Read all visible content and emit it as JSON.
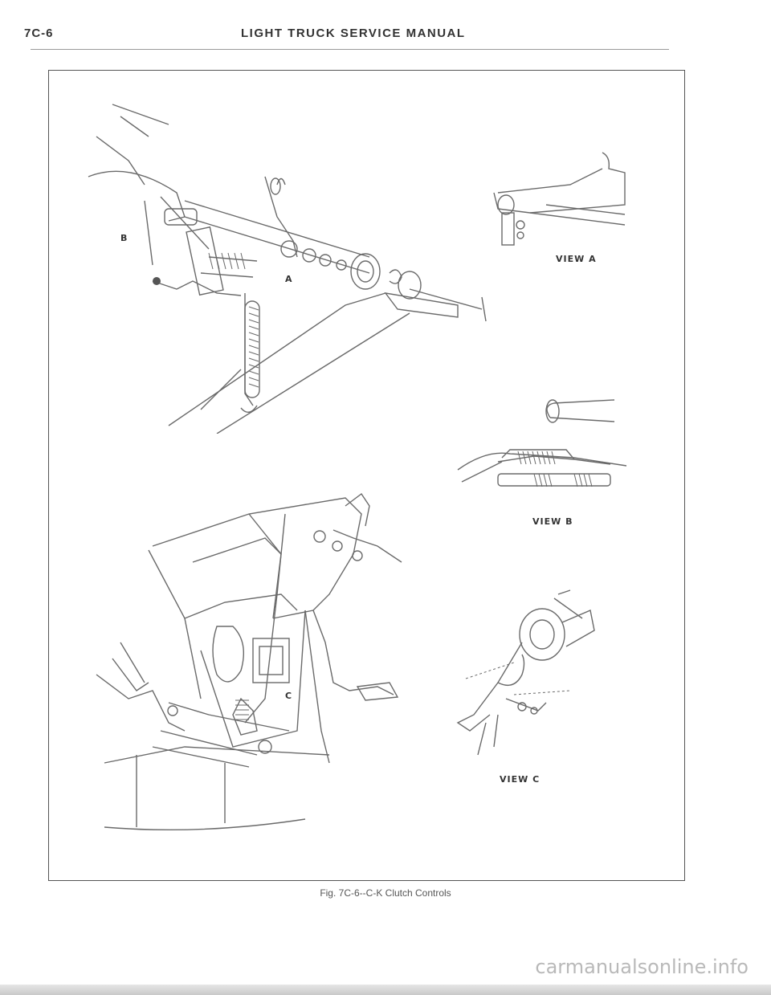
{
  "header": {
    "page_number": "7C-6",
    "running_title": "LIGHT TRUCK SERVICE MANUAL"
  },
  "figure": {
    "caption": "Fig. 7C-6--C-K Clutch Controls",
    "views": {
      "a": "VIEW A",
      "b": "VIEW B",
      "c": "VIEW C"
    },
    "callouts": {
      "a": "A",
      "b": "B",
      "c": "C"
    }
  },
  "watermark": "carmanualsonline.info"
}
